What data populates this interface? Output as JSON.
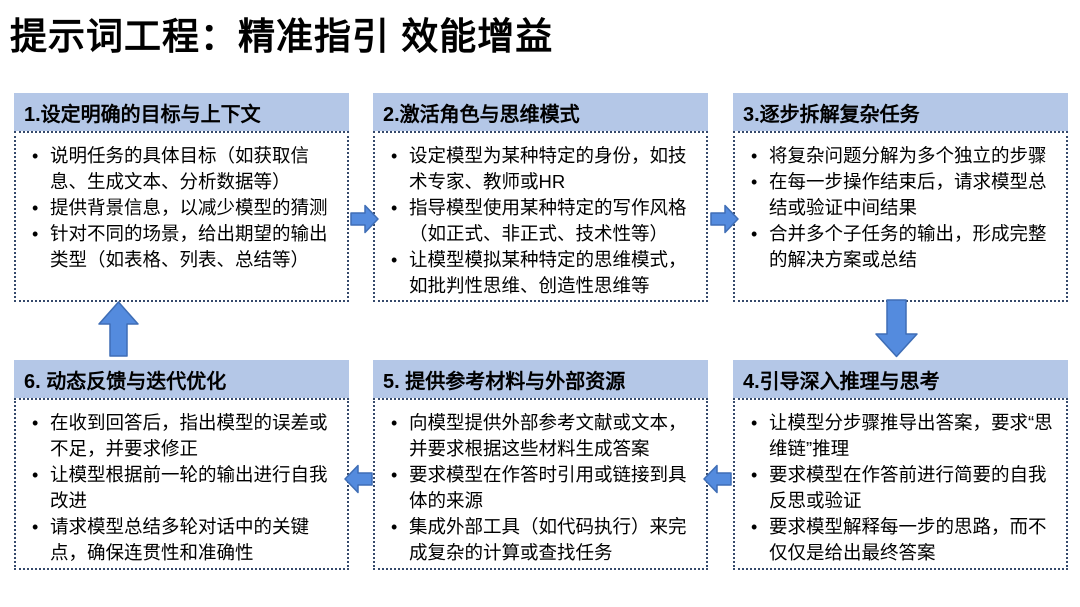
{
  "title": "提示词工程：精准指引 效能增益",
  "colors": {
    "header_bg": "#B4C7E7",
    "dotted_border": "#35496B",
    "arrow_fill": "#548BDE",
    "arrow_stroke": "#3E6DB5",
    "text": "#000000",
    "background": "#FFFFFF"
  },
  "boxes": [
    {
      "key": "box-1",
      "title": "1.设定明确的目标与上下文",
      "bullets": [
        "说明任务的具体目标（如获取信息、生成文本、分析数据等）",
        "提供背景信息，以减少模型的猜测",
        "针对不同的场景，给出期望的输出类型（如表格、列表、总结等）"
      ]
    },
    {
      "key": "box-2",
      "title": "2.激活角色与思维模式",
      "bullets": [
        "设定模型为某种特定的身份，如技术专家、教师或HR",
        "指导模型使用某种特定的写作风格（如正式、非正式、技术性等）",
        "让模型模拟某种特定的思维模式，如批判性思维、创造性思维等"
      ]
    },
    {
      "key": "box-3",
      "title": "3.逐步拆解复杂任务",
      "bullets": [
        "将复杂问题分解为多个独立的步骤",
        "在每一步操作结束后，请求模型总结或验证中间结果",
        "合并多个子任务的输出，形成完整的解决方案或总结"
      ]
    },
    {
      "key": "box-6",
      "title": "6. 动态反馈与迭代优化",
      "bullets": [
        "在收到回答后，指出模型的误差或不足，并要求修正",
        "让模型根据前一轮的输出进行自我改进",
        "请求模型总结多轮对话中的关键点，确保连贯性和准确性"
      ]
    },
    {
      "key": "box-5",
      "title": "5. 提供参考材料与外部资源",
      "bullets": [
        "向模型提供外部参考文献或文本，并要求根据这些材料生成答案",
        "要求模型在作答时引用或链接到具体的来源",
        "集成外部工具（如代码执行）来完成复杂的计算或查找任务"
      ]
    },
    {
      "key": "box-4",
      "title": "4.引导深入推理与思考",
      "bullets": [
        "让模型分步骤推导出答案，要求“思维链”推理",
        "要求模型在作答前进行简要的自我反思或验证",
        "要求模型解释每一步的思路，而不仅仅是给出最终答案"
      ]
    }
  ],
  "arrows": [
    {
      "key": "arrow-1-2",
      "direction": "right",
      "from": "box-1",
      "to": "box-2"
    },
    {
      "key": "arrow-2-3",
      "direction": "right",
      "from": "box-2",
      "to": "box-3"
    },
    {
      "key": "arrow-3-4",
      "direction": "down",
      "from": "box-3",
      "to": "box-4"
    },
    {
      "key": "arrow-4-5",
      "direction": "left",
      "from": "box-4",
      "to": "box-5"
    },
    {
      "key": "arrow-5-6",
      "direction": "left",
      "from": "box-5",
      "to": "box-6"
    },
    {
      "key": "arrow-6-1",
      "direction": "up",
      "from": "box-6",
      "to": "box-1"
    }
  ]
}
